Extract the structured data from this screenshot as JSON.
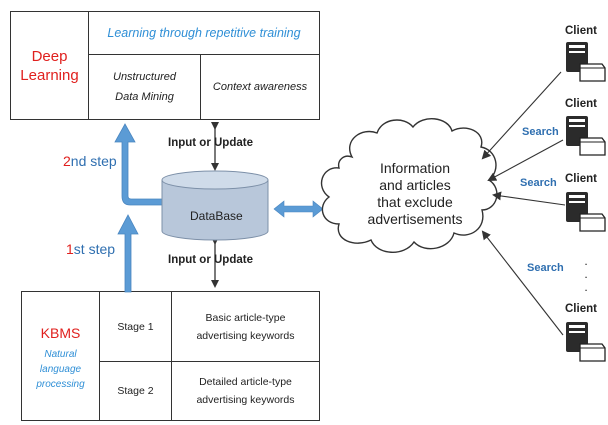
{
  "deep_learning": {
    "title_line1": "Deep",
    "title_line2": "Learning",
    "subtitle": "Learning through repetitive training",
    "cell_a_line1": "Unstructured",
    "cell_a_line2": "Data Mining",
    "cell_b": "Context awareness"
  },
  "steps": {
    "second_num": "2",
    "second_rest": "nd step",
    "first_num": "1",
    "first_rest": "st step"
  },
  "database": {
    "label": "DataBase",
    "top_label": "Input or Update",
    "bottom_label": "Input or Update"
  },
  "cloud": {
    "line1": "Information",
    "line2": "and articles",
    "line3": "that exclude",
    "line4": "advertisements"
  },
  "clients": {
    "label": "Client",
    "search_label": "Search",
    "dots": ". . ."
  },
  "kbms": {
    "title": "KBMS",
    "sub_line1": "Natural",
    "sub_line2": "language",
    "sub_line3": "processing",
    "stage1": "Stage 1",
    "stage2": "Stage 2",
    "row1_line1": "Basic article-type",
    "row1_line2": "advertising keywords",
    "row2_line1": "Detailed article-type",
    "row2_line2": "advertising keywords"
  },
  "colors": {
    "accent_red": "#e0201e",
    "accent_blue": "#2f8fd6",
    "arrow_blue": "#5b9bd5",
    "db_fill": "#b8c7da"
  }
}
